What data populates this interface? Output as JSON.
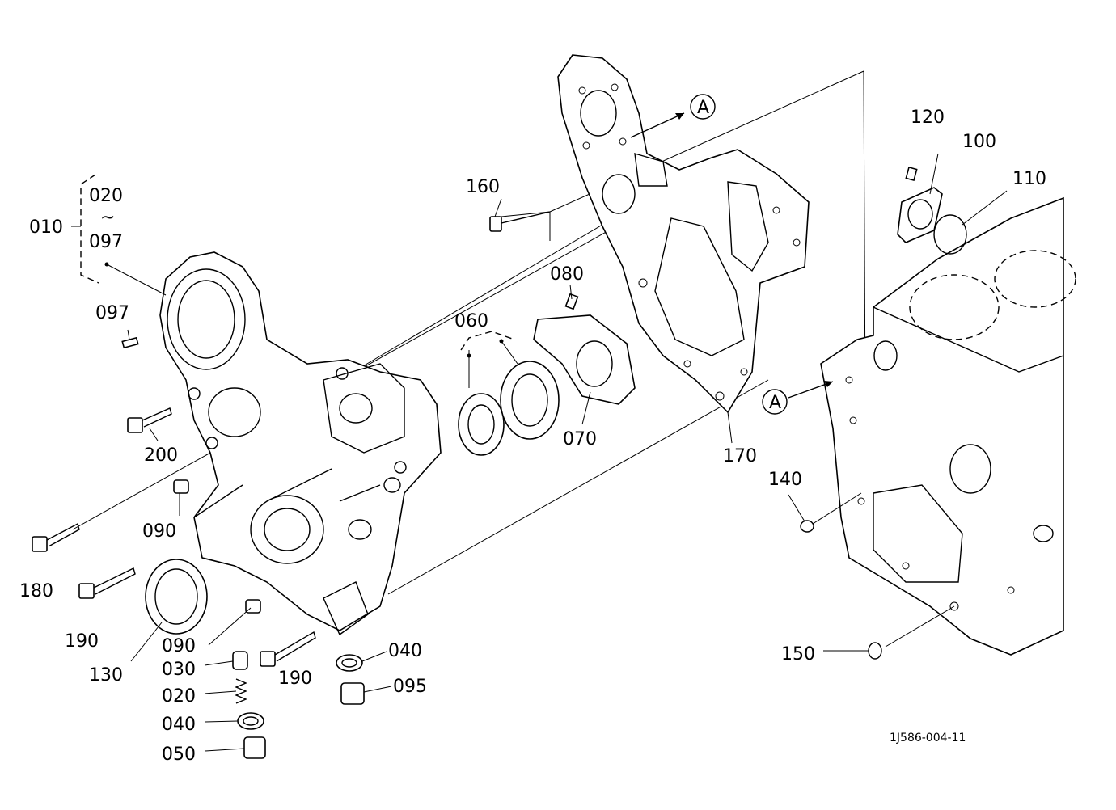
{
  "diagram_id": "1J586-004-11",
  "assembly": {
    "label": "010",
    "range_start": "020",
    "range_sep": "~",
    "range_end": "097"
  },
  "callouts": {
    "p010": "010",
    "p020a": "020",
    "p097a": "097",
    "p097b": "097",
    "p160": "160",
    "p120": "120",
    "p100": "100",
    "p110": "110",
    "p080": "080",
    "p060": "060",
    "p070": "070",
    "p170": "170",
    "p200": "200",
    "p090a": "090",
    "p180": "180",
    "p190a": "190",
    "p130": "130",
    "p090b": "090",
    "p030": "030",
    "p020b": "020",
    "p040a": "040",
    "p050": "050",
    "p190b": "190",
    "p040b": "040",
    "p095": "095",
    "p140": "140",
    "p150": "150"
  },
  "refs": {
    "a1": "A",
    "a2": "A"
  }
}
